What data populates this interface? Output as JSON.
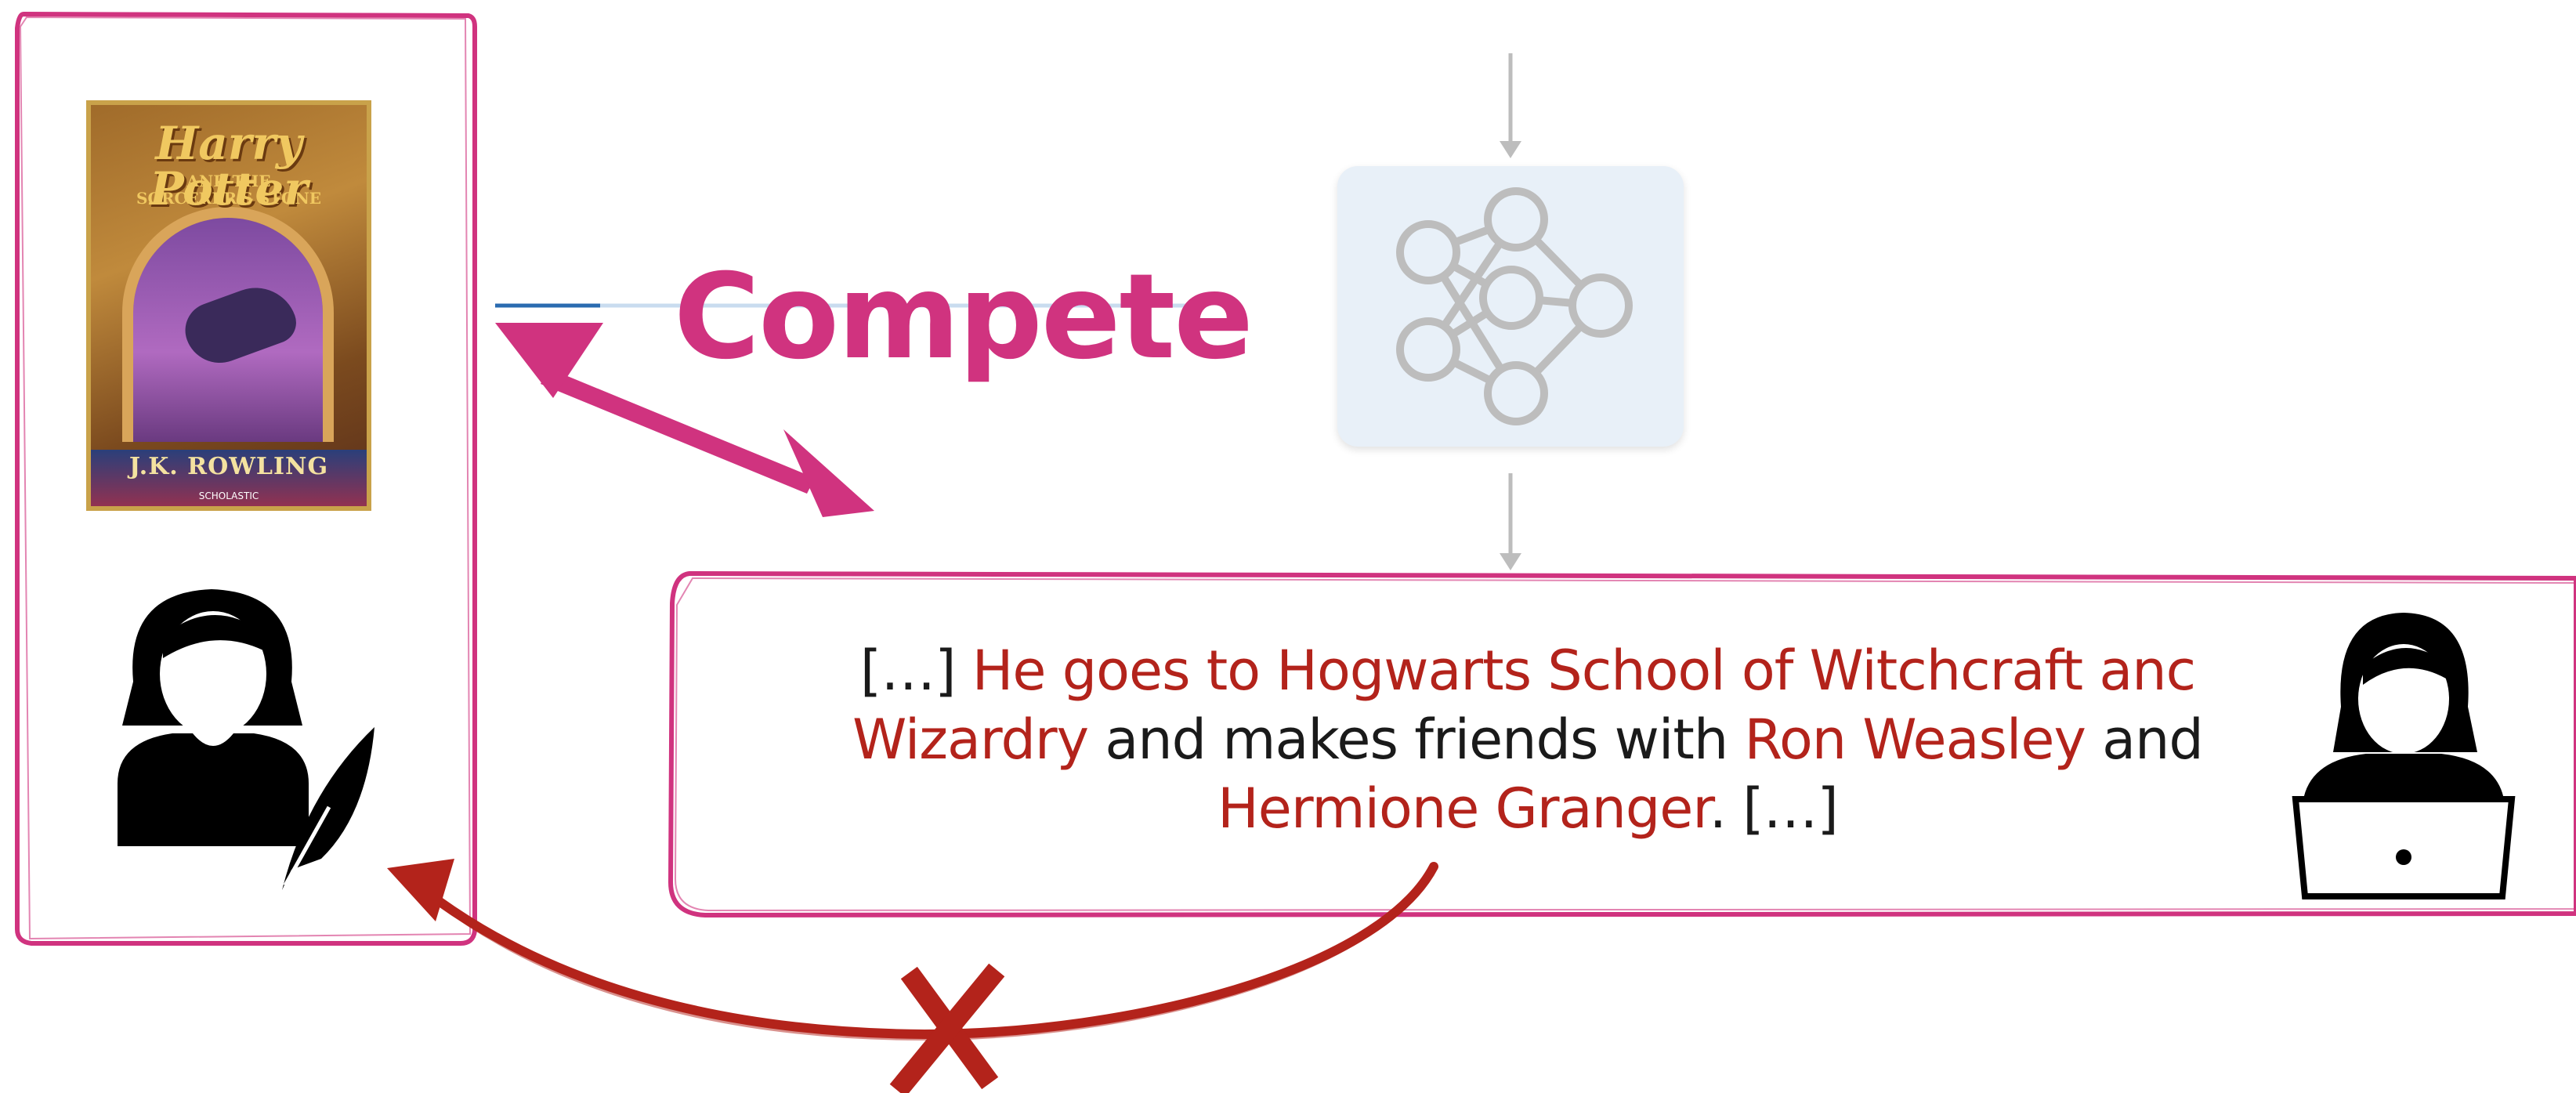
{
  "diagram": {
    "compete_label": "Compete",
    "book": {
      "title": "Harry Potter",
      "subtitle_line1": "AND THE",
      "subtitle_line2": "SORCERER'S STONE",
      "author": "J.K. ROWLING",
      "publisher": "SCHOLASTIC"
    },
    "output_text": {
      "ellipsis_open": "[…]",
      "span1": "He goes to Hogwarts School of Witchcraft anc Wizardry",
      "plain1": "and makes friends with",
      "span2": "Ron Weasley",
      "plain2": "and",
      "span3": "Hermione Granger",
      "ellipsis_close": ". […]"
    },
    "icons": [
      "author-with-quill-icon",
      "user-with-laptop-icon",
      "neural-network-icon",
      "cross-icon"
    ],
    "colors": {
      "magenta": "#d0337f",
      "dark_red": "#b3231b",
      "gray": "#bdbdbd",
      "model_box": "#e8f0f8"
    }
  }
}
